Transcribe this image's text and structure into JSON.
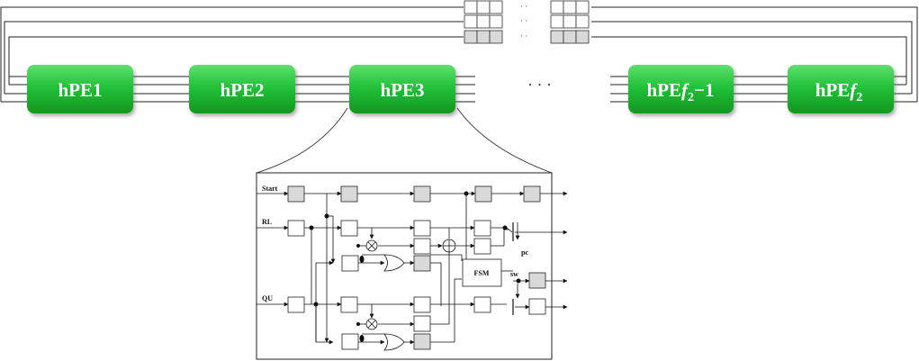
{
  "pe_chain": {
    "blocks": [
      {
        "name": "hPE1",
        "base": "hPE1",
        "sub": "",
        "tail": ""
      },
      {
        "name": "hPE2",
        "base": "hPE2",
        "sub": "",
        "tail": ""
      },
      {
        "name": "hPE3",
        "base": "hPE3",
        "sub": "",
        "tail": ""
      },
      {
        "name": "hPEf2-1",
        "base": "hPE",
        "italic": "f",
        "sub": "2",
        "tail": "−1"
      },
      {
        "name": "hPEf2",
        "base": "hPE",
        "italic": "f",
        "sub": "2",
        "tail": ""
      }
    ],
    "ellipsis": "· · ·",
    "register_ellipsis": "· ·"
  },
  "detail": {
    "signals": [
      "Start",
      "RL",
      "QU"
    ],
    "fsm_label": "FSM",
    "pc_label": "pc",
    "sw_label": "sw"
  },
  "colors": {
    "pe_green": "#22c23a",
    "pe_green_dark": "#12961f",
    "register_fill": "#d9d9d9",
    "line": "#111111"
  }
}
